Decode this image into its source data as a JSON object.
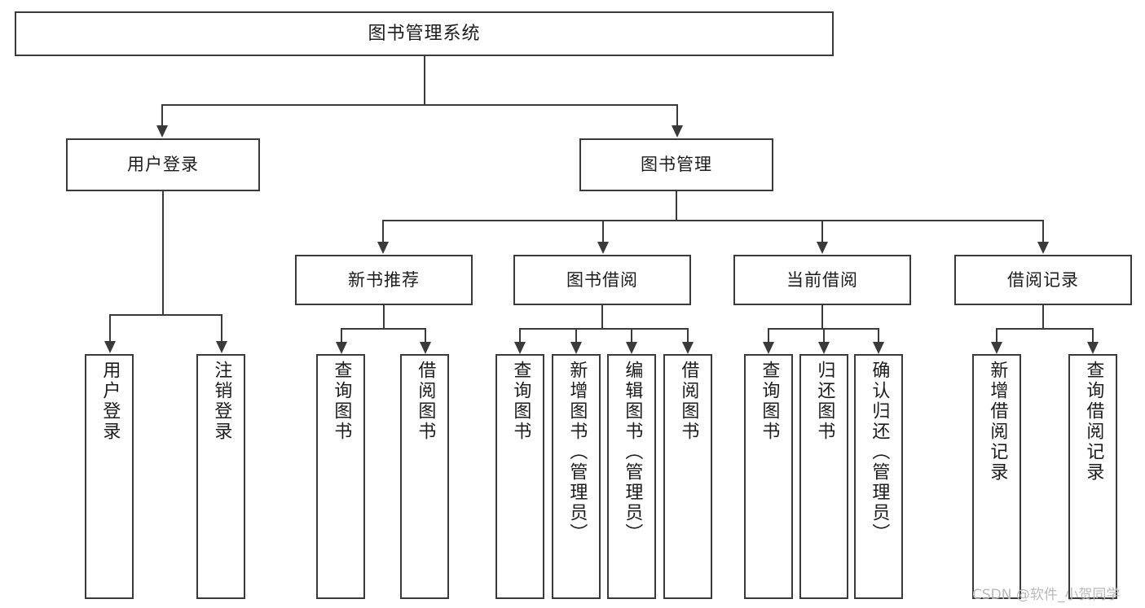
{
  "diagram": {
    "type": "tree-hierarchy",
    "title": "图书管理系统",
    "root": {
      "id": "root",
      "label": "图书管理系统"
    },
    "level2": [
      {
        "id": "user-login",
        "label": "用户登录"
      },
      {
        "id": "book-manage",
        "label": "图书管理"
      }
    ],
    "level3": [
      {
        "id": "new-book-recommend",
        "label": "新书推荐",
        "parent": "book-manage"
      },
      {
        "id": "book-borrow",
        "label": "图书借阅",
        "parent": "book-manage"
      },
      {
        "id": "current-borrow",
        "label": "当前借阅",
        "parent": "book-manage"
      },
      {
        "id": "borrow-record",
        "label": "借阅记录",
        "parent": "book-manage"
      }
    ],
    "leaves": {
      "user_login": [
        {
          "id": "leaf-user-login",
          "label": "用户登录"
        },
        {
          "id": "leaf-logout",
          "label": "注销登录"
        }
      ],
      "new_book_recommend": [
        {
          "id": "leaf-query-book-1",
          "label": "查询图书"
        },
        {
          "id": "leaf-borrow-book-1",
          "label": "借阅图书"
        }
      ],
      "book_borrow": [
        {
          "id": "leaf-query-book-2",
          "label": "查询图书"
        },
        {
          "id": "leaf-add-book",
          "label": "新增图书（管理员）"
        },
        {
          "id": "leaf-edit-book",
          "label": "编辑图书（管理员）"
        },
        {
          "id": "leaf-borrow-book-2",
          "label": "借阅图书"
        }
      ],
      "current_borrow": [
        {
          "id": "leaf-query-book-3",
          "label": "查询图书"
        },
        {
          "id": "leaf-return-book",
          "label": "归还图书"
        },
        {
          "id": "leaf-confirm-return",
          "label": "确认归还（管理员）"
        }
      ],
      "borrow_record": [
        {
          "id": "leaf-add-record",
          "label": "新增借阅记录"
        },
        {
          "id": "leaf-query-record",
          "label": "查询借阅记录"
        }
      ]
    }
  },
  "watermark": {
    "text": "CSDN @软件_小贺同学"
  },
  "colors": {
    "stroke": "#3a3a3a",
    "background": "#ffffff",
    "text": "#1c1c1c",
    "watermark": "#b9b9b9"
  }
}
